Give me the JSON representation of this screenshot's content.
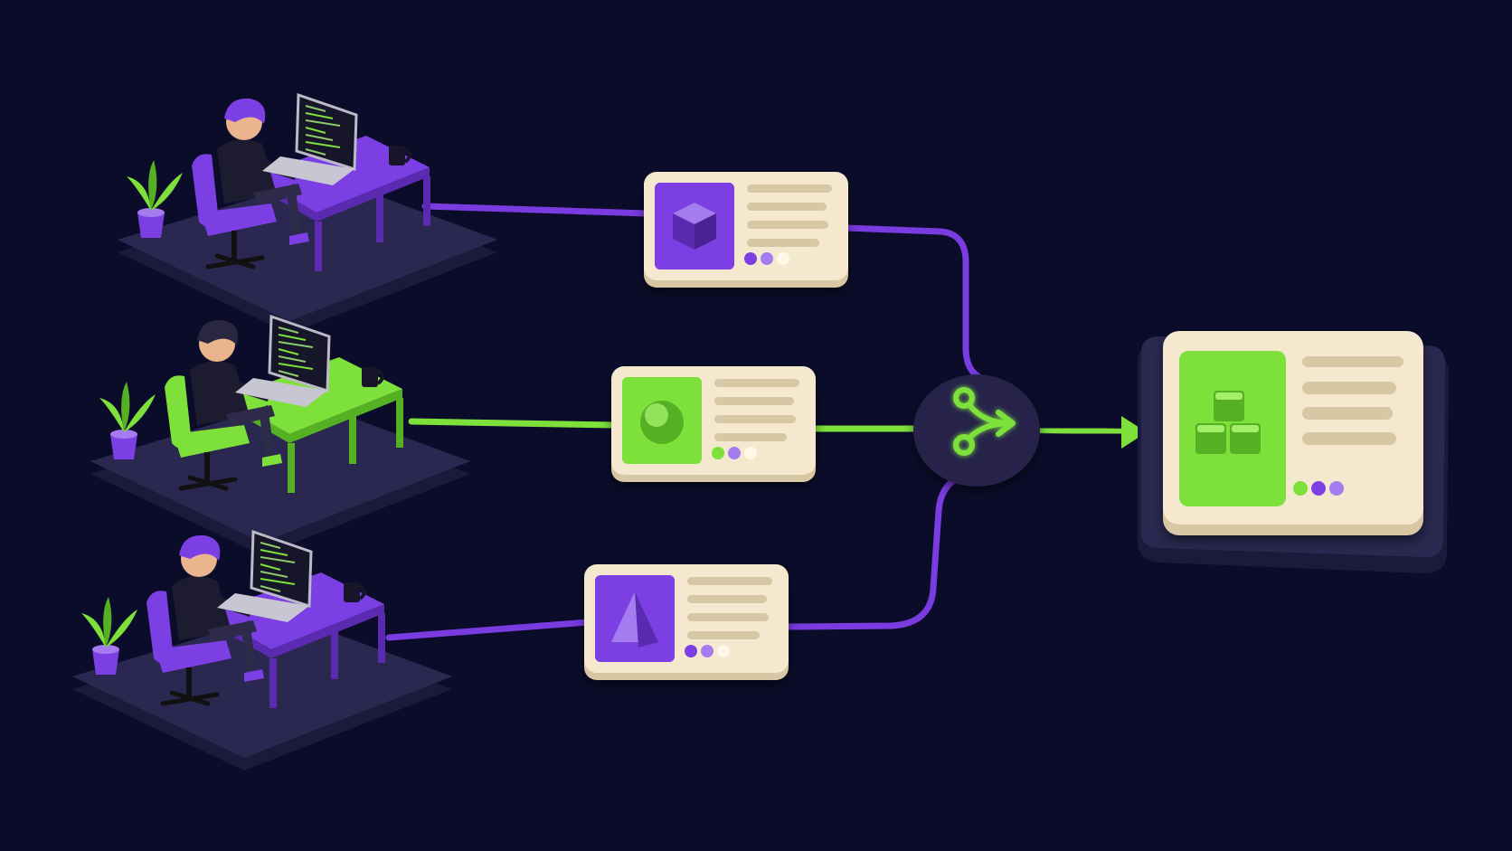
{
  "colors": {
    "background": "#0b0c2a",
    "platform_top": "#2a2850",
    "platform_side": "#1b1a3a",
    "purple": "#7b3fe4",
    "purple_dark": "#5a2bb0",
    "purple_light": "#a57cf0",
    "green": "#7ee03a",
    "green_dark": "#56b024",
    "card": "#f4e8cf",
    "card_shadow": "#d8c7a4",
    "line_purple": "#7a3be0",
    "line_green": "#7ee03a",
    "hub": "#26244a",
    "skin": "#e9b48e",
    "hoodie": "#1d1b30"
  },
  "workstations": [
    {
      "id": "dev-1",
      "accent": "purple",
      "figure": "developer-icon"
    },
    {
      "id": "dev-2",
      "accent": "green",
      "figure": "developer-icon"
    },
    {
      "id": "dev-3",
      "accent": "purple",
      "figure": "developer-icon"
    }
  ],
  "branch_cards": [
    {
      "id": "card-1",
      "accent": "purple",
      "shape": "cube-icon"
    },
    {
      "id": "card-2",
      "accent": "green",
      "shape": "sphere-icon"
    },
    {
      "id": "card-3",
      "accent": "purple",
      "shape": "pyramid-icon"
    }
  ],
  "merge_hub": {
    "icon": "git-merge-icon"
  },
  "result_card": {
    "shape": "stacked-cubes-icon"
  }
}
